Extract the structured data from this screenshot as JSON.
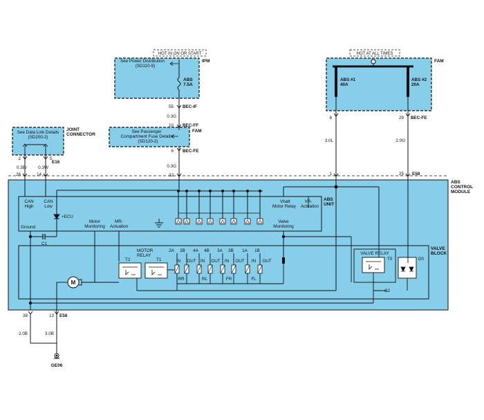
{
  "hot_run_start": "HOT IN ON OR START",
  "hot_all_times": "HOT AT ALL TIMES",
  "ipm": {
    "name": "IPM",
    "see_line1": "See Power Distribution",
    "see_line2": "(SD110-9)",
    "fuse_name": "ABS",
    "fuse_rating": "7.5A"
  },
  "fam_top": {
    "name": "FAM",
    "fuse1_name": "ABS #1",
    "fuse1_rating": "40A",
    "fuse2_name": "ABS #2",
    "fuse2_rating": "20A"
  },
  "fam_mid": {
    "name": "FAM",
    "see_line1": "See Passenger",
    "see_line2": "Compartment Fuse Details",
    "see_line3": "(SD120-2)"
  },
  "joint": {
    "name_line1": "JOINT",
    "name_line2": "CONNECTOR",
    "see_line1": "See Data Link Details",
    "see_line2": "(SD200-2)"
  },
  "connectors": {
    "bec_if": "BEC-IF",
    "bec_ff": "BEC-FF",
    "bec_fe_mid": "BEC-FE",
    "bec_fe_right": "BEC-FE",
    "e16": "E16",
    "e58_top": "E58",
    "e58_bottom": "E58"
  },
  "pins": {
    "p55": "55",
    "p10": "10",
    "p6": "6",
    "p32": "32",
    "p8": "8",
    "p29": "29",
    "p1": "1",
    "p25": "25",
    "p2": "2",
    "p5": "5",
    "p26": "26",
    "p14": "14",
    "p38": "38",
    "p13": "13"
  },
  "wires": {
    "w_03g_a": "0.3G",
    "w_03g_b": "0.3G",
    "w_30l": "3.0L",
    "w_20g": "2.0G",
    "w_03br": "0.3Br",
    "w_03w": "0.3W",
    "w_20b": "2.0B",
    "w_30b": "3.0B"
  },
  "module": {
    "name_line1": "ABS",
    "name_line2": "CONTROL",
    "name_line3": "MODULE",
    "unit_line1": "ABS",
    "unit_line2": "UNIT",
    "valve_line1": "VALVE",
    "valve_line2": "BLOCK"
  },
  "unit_labels": {
    "can_high_1": "CAN",
    "can_high_2": "High",
    "can_low_1": "CAN",
    "can_low_2": "Low",
    "ecu": "+ECU",
    "ground": "Ground",
    "c1": "C1",
    "motor_mon_1": "Motor",
    "motor_mon_2": "Monitoring",
    "mr_act_1": "MR-",
    "mr_act_2": "Actuation",
    "vbatt": "Vbatt",
    "motor_relay_line": "Motor Relay",
    "vr_1": "VR-",
    "vr_2": "Actuation",
    "valve_mon_1": "Valve",
    "valve_mon_2": "Monitoring"
  },
  "valve_labels": {
    "motor_relay_1": "MOTOR",
    "motor_relay_2": "RELAY",
    "t2": "T2",
    "t1": "T1",
    "valve_relay": "VALVE RELAY",
    "t0": "T0",
    "d0": "D0",
    "c2": "C2",
    "ch_2a": "2A",
    "ch_2b": "2B",
    "ch_4a": "4A",
    "ch_4b": "4B",
    "ch_3a": "3A",
    "ch_3b": "3B",
    "ch_1a": "1A",
    "ch_1b": "1B",
    "in_1": "IN",
    "out_1": "OUT",
    "in_2": "IN",
    "out_2": "OUT",
    "in_3": "IN",
    "out_3": "OUT",
    "in_4": "IN",
    "out_4": "OUT",
    "rr": "RR",
    "rl": "RL",
    "fr": "FR",
    "fl": "FL",
    "motor": "M"
  },
  "ground_label": "GE06",
  "colors": {
    "box_fill": "#87ceeb",
    "line": "#111111"
  }
}
